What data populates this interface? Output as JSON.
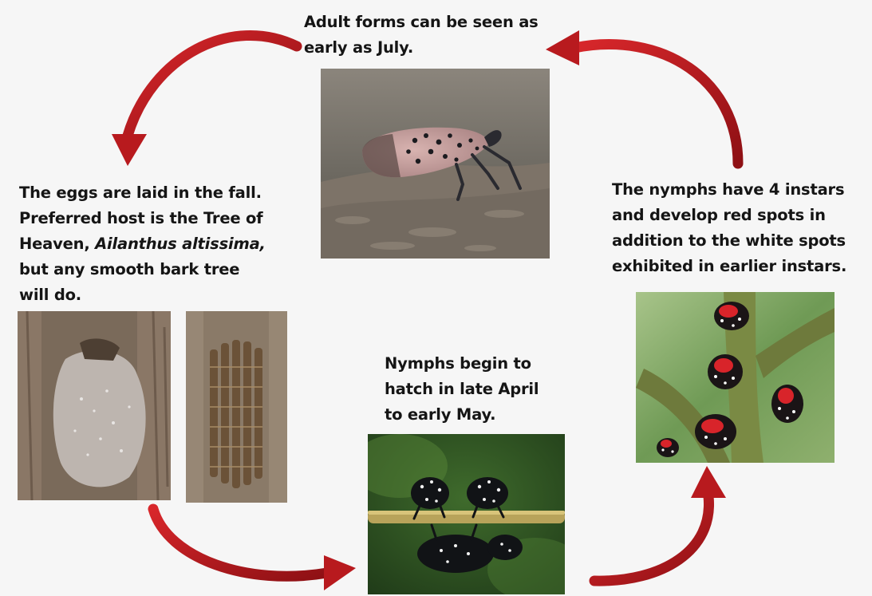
{
  "stages": {
    "adult": {
      "lines": [
        "Adult forms can be seen as",
        "early as July."
      ],
      "image": "adult-lanternfly-on-bark"
    },
    "eggs": {
      "line1": "The eggs are laid in the fall.",
      "line2": "Preferred host is the Tree of",
      "line3_prefix": "Heaven, ",
      "line3_species": "Ailanthus  altissima,",
      "line4": "but any smooth bark tree",
      "line5": "will do.",
      "images": [
        "egg-mass-covered",
        "egg-mass-exposed"
      ]
    },
    "hatch": {
      "lines": [
        "Nymphs begin to",
        "hatch in late April",
        "to early May."
      ],
      "image": "black-white-spotted-nymphs-on-stem"
    },
    "nymphs": {
      "lines": [
        "The nymphs have 4 instars",
        "and develop red spots in",
        "addition  to the white spots",
        "exhibited in earlier instars."
      ],
      "image": "red-nymphs-on-branch"
    }
  },
  "colors": {
    "arrow": "#c41e22",
    "arrow_dark": "#7e0f12",
    "background": "#f6f6f6"
  }
}
